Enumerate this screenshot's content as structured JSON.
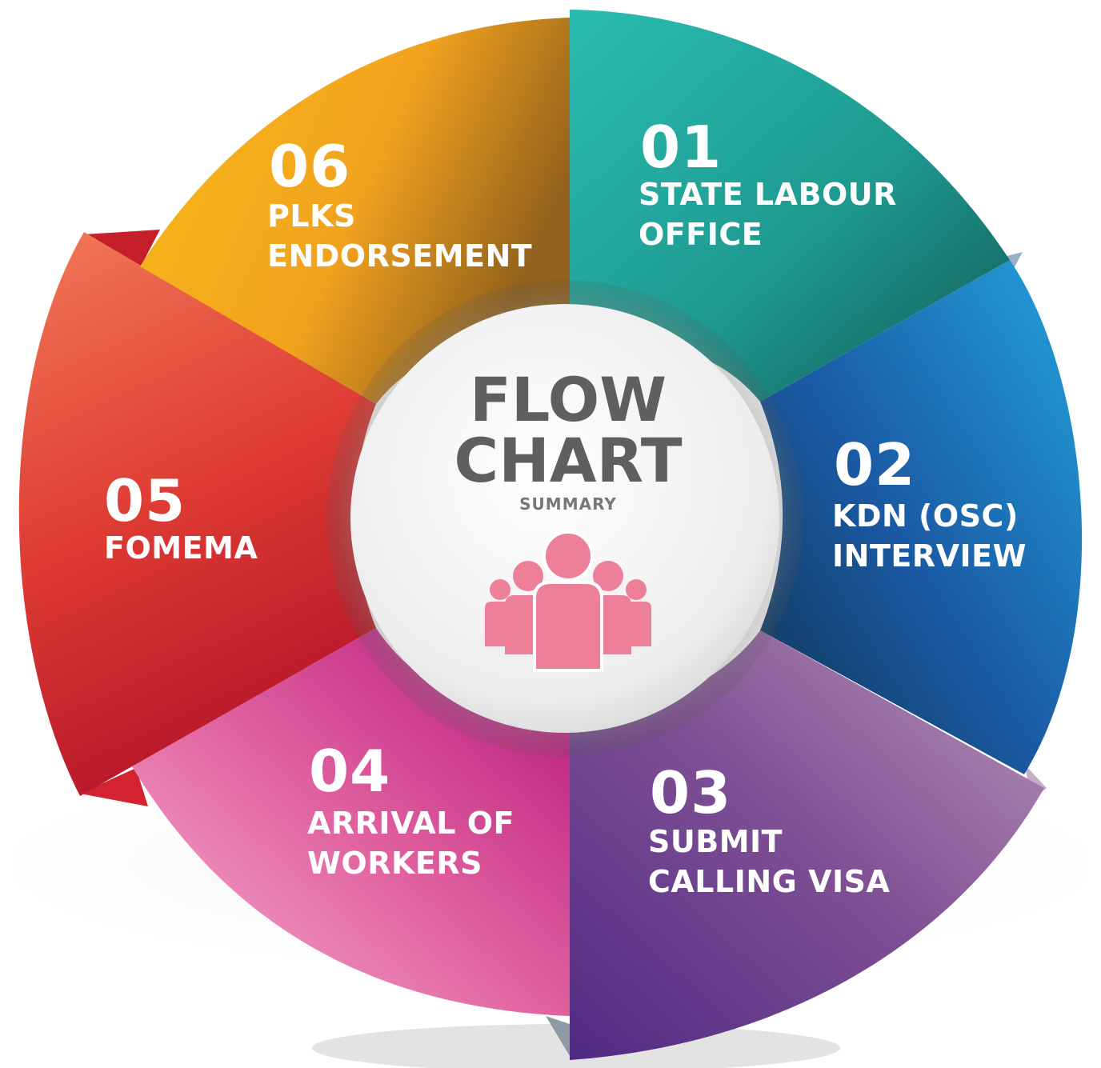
{
  "center": {
    "title_lines": [
      "FLOW",
      "CHART"
    ],
    "subtitle": "SUMMARY",
    "icon": "people-group-icon"
  },
  "steps": [
    {
      "number": "01",
      "lines": [
        "STATE LABOUR",
        "OFFICE"
      ],
      "color": "#2bbab0"
    },
    {
      "number": "02",
      "lines": [
        "KDN (OSC)",
        "INTERVIEW"
      ],
      "color": "#1f8fd0"
    },
    {
      "number": "03",
      "lines": [
        "SUBMIT",
        "CALLING VISA"
      ],
      "color": "#7a4f98"
    },
    {
      "number": "04",
      "lines": [
        "ARRIVAL OF",
        "WORKERS"
      ],
      "color": "#d2438f"
    },
    {
      "number": "05",
      "lines": [
        "FOMEMA"
      ],
      "color": "#e2392e"
    },
    {
      "number": "06",
      "lines": [
        "PLKS",
        "ENDORSEMENT"
      ],
      "color": "#f5a81d"
    }
  ],
  "colors": {
    "hub_text": "#5f5f5f",
    "icon": "#ee7f98"
  }
}
